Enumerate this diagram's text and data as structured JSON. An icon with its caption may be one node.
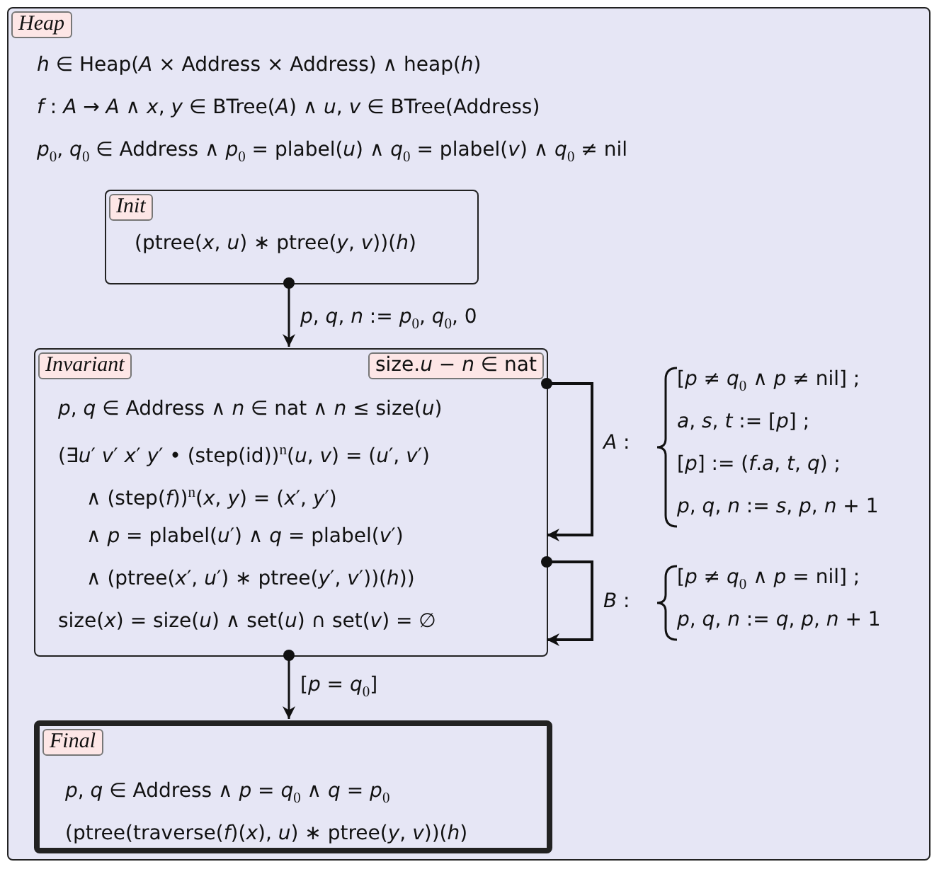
{
  "diagram": {
    "nodes": [
      {
        "text": [
          "Heap",
          "*h* ∈ Heap(*A* × Address × Address) ∧ heap(*h*)",
          "*f* : *A* → *A* ∧ *x*, *y* ∈ BTree(*A*) ∧ *u*, *v* ∈ BTree(Address)",
          "*p*$_{0}$, *q*$_{0}$ ∈ Address ∧ *p*$_{0}$ = plabel(*u*) ∧ *q*$_{0}$ = plabel(*v*) ∧ *q*$_{0}$ ≠ nil"
        ]
      },
      {
        "text": [
          "Init",
          "(ptree(*x*, *u*) ∗ ptree(*y*, *v*))(*h*)"
        ],
        "in": 0
      },
      {
        "text": [
          "Invariant",
          "size.*u* − *n* ∈ nat",
          "*p*, *q* ∈ Address ∧ *n* ∈ nat ∧ *n* ≤ size(*u*)",
          "(∃*u*′ *v*′ *x*′ *y*′ • (step(id))$^{n}$(*u*, *v*) = (*u*′, *v*′)",
          "∧ (step(*f*))$^{n}$(*x*, *y*) = (*x*′, *y*′)",
          "∧ *p* = plabel(*u*′) ∧ *q* = plabel(*v*′)",
          "∧ (ptree(*x*′, *u*′) ∗ ptree(*y*′, *v*′))(*h*))",
          "size(*x*) = size(*u*) ∧ set(*u*) ∩ set(*v*) = ∅"
        ],
        "in": 0
      },
      {
        "text": [
          "Final",
          "*p*, *q* ∈ Address ∧ *p* = *q*$_{0}$ ∧ *q* = *p*$_{0}$",
          "(ptree(traverse(*f*)(*x*), *u*) ∗ ptree(*y*, *v*))(*h*)"
        ],
        "in": 0
      }
    ],
    "edges": [
      {
        "from": 1,
        "to": 2,
        "arrow": "to",
        "label": "*p*, *q*, *n* := *p*$_{0}$, *q*$_{0}$, 0"
      },
      {
        "from": 2,
        "to": 2,
        "arrow": "to",
        "label": "*A* :"
      },
      {
        "from": 2,
        "to": 2,
        "arrow": "to",
        "label": "*B* :"
      },
      {
        "from": 2,
        "to": 3,
        "arrow": "to",
        "label": "[*p* = *q*$_{0}$]"
      }
    ],
    "labels": [
      "[*p* ≠ *q*$_{0}$ ∧ *p* ≠ nil] ;",
      "*a*, *s*, *t* := [*p*] ;",
      "[*p*] := (*f*.*a*, *t*, *q*) ;",
      "*p*, *q*, *n* := *s*, *p*, *n* + 1",
      "[*p* ≠ *q*$_{0}$ ∧ *p* = nil] ;",
      "*p*, *q*, *n* := *q*, *p*, *n* + 1"
    ]
  }
}
